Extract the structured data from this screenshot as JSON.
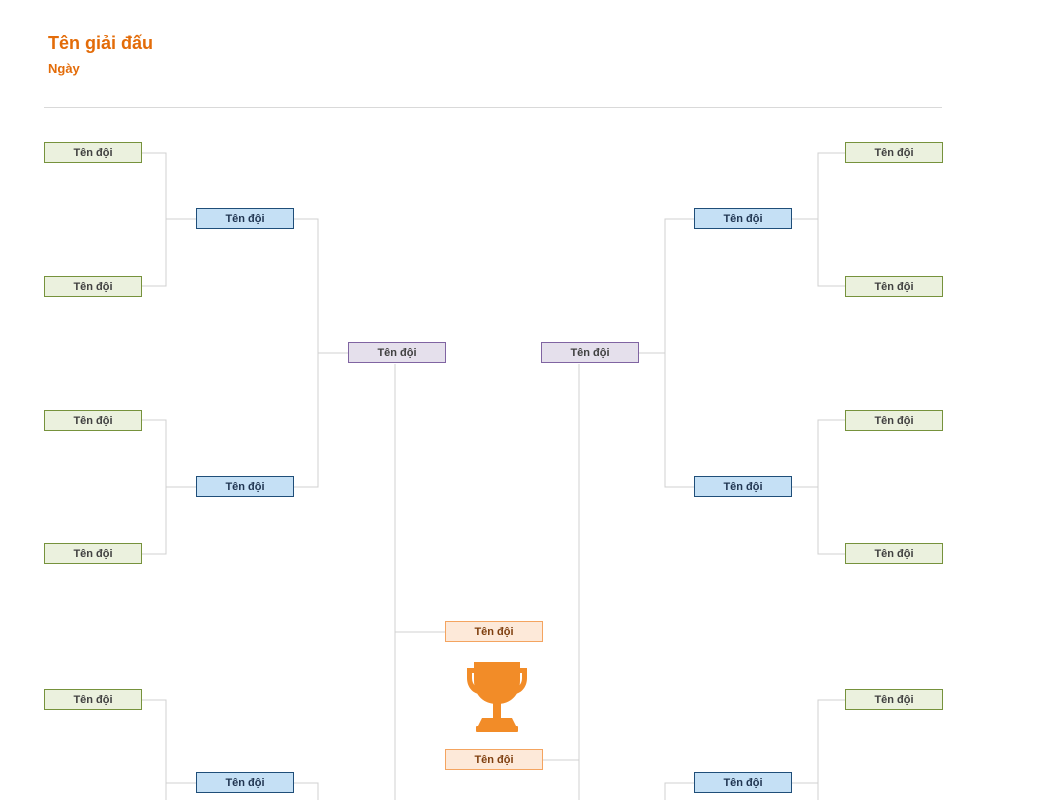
{
  "header": {
    "title": "Tên giải đấu",
    "date": "Ngày"
  },
  "bracket": {
    "left": {
      "round1": [
        "Tên đội",
        "Tên đội",
        "Tên đội",
        "Tên đội",
        "Tên đội"
      ],
      "round2": [
        "Tên đội",
        "Tên đội",
        "Tên đội"
      ],
      "round3": [
        "Tên đội"
      ]
    },
    "right": {
      "round1": [
        "Tên đội",
        "Tên đội",
        "Tên đội",
        "Tên đội",
        "Tên đội"
      ],
      "round2": [
        "Tên đội",
        "Tên đội",
        "Tên đội"
      ],
      "round3": [
        "Tên đội"
      ]
    },
    "final": [
      "Tên đội",
      "Tên đội"
    ],
    "trophy_icon": "trophy-icon",
    "colors": {
      "accent": "#e36c09",
      "round1": "#ebf1de",
      "round2": "#c5e0f5",
      "round3": "#e5e0ec",
      "final": "#fde9d9",
      "trophy": "#f28c28"
    }
  }
}
